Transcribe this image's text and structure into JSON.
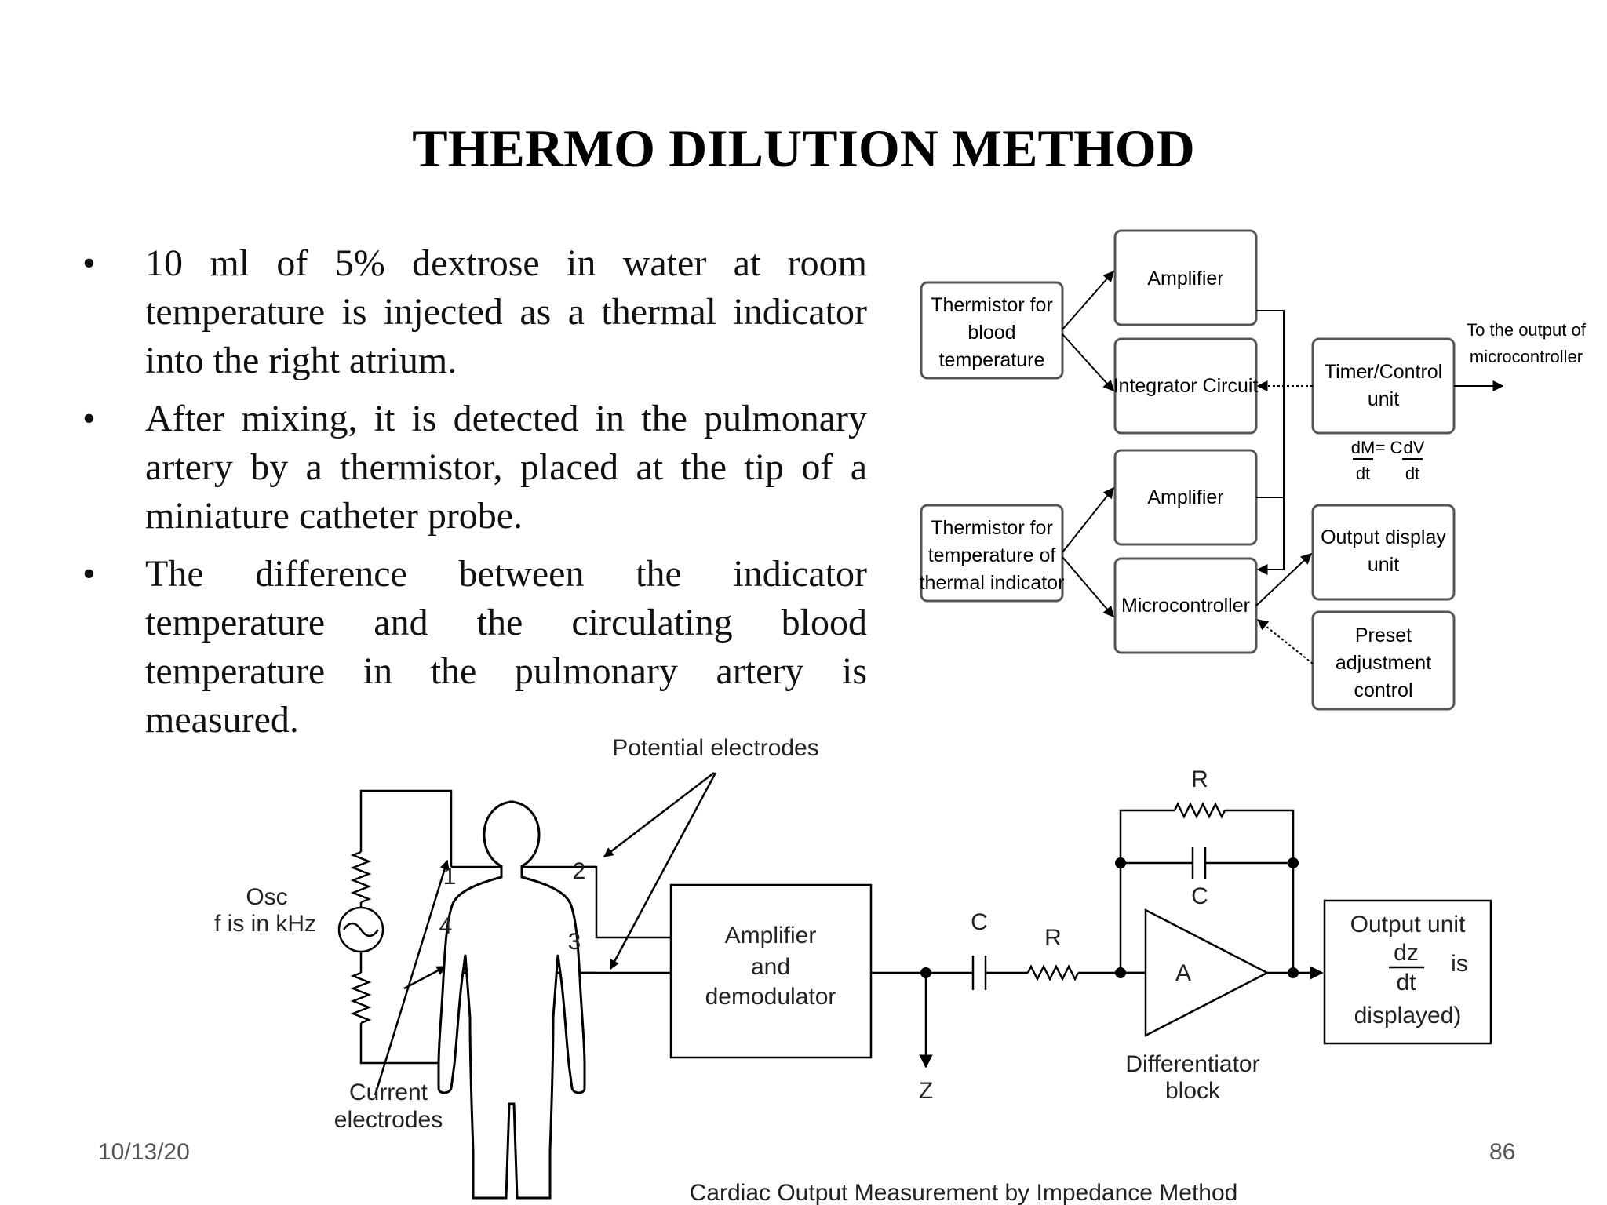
{
  "slide": {
    "title": "THERMO DILUTION METHOD",
    "bullets": [
      "10 ml of 5% dextrose in water at room temperature is injected as a thermal indicator into the right atrium.",
      "After mixing, it is detected in the pulmonary artery by a thermistor, placed at the tip of a miniature catheter probe.",
      "The difference between the indicator temperature and the circulating blood temperature in the pulmonary artery is measured."
    ],
    "bullet_glyph": "•",
    "date": "10/13/20",
    "page_number": "86"
  },
  "block_diagram": {
    "thermistor_blood": [
      "Thermistor for",
      "blood",
      "temperature"
    ],
    "thermistor_indicator": [
      "Thermistor for",
      "temperature of",
      "thermal indicator"
    ],
    "amplifier_1": "Amplifier",
    "integrator": "Integrator Circuit",
    "amplifier_2": "Amplifier",
    "microcontroller": "Microcontroller",
    "timer_control": [
      "Timer/Control",
      "unit"
    ],
    "equation_left_num": "dM",
    "equation_eq": "= C",
    "equation_right_num": "dV",
    "equation_den": "dt",
    "output_display": [
      "Output display",
      "unit"
    ],
    "preset": [
      "Preset",
      "adjustment",
      "control"
    ],
    "to_output": [
      "To the output of",
      "microcontroller"
    ]
  },
  "impedance_diagram": {
    "potential_electrodes": "Potential electrodes",
    "osc_label": "Osc",
    "osc_freq": "f is in kHz",
    "current_electrodes": [
      "Current",
      "electrodes"
    ],
    "electrode_nums": [
      "1",
      "2",
      "3",
      "4"
    ],
    "amp_demod": [
      "Amplifier",
      "and",
      "demodulator"
    ],
    "z_label": "Z",
    "c_label": "C",
    "r_label": "R",
    "feedback_r": "R",
    "feedback_c": "C",
    "op_amp": "A",
    "differentiator": [
      "Differentiator",
      "block"
    ],
    "output_unit": [
      "Output unit",
      "dz",
      "is",
      "dt",
      "displayed)"
    ],
    "caption": "Cardiac Output Measurement by Impedance Method"
  }
}
